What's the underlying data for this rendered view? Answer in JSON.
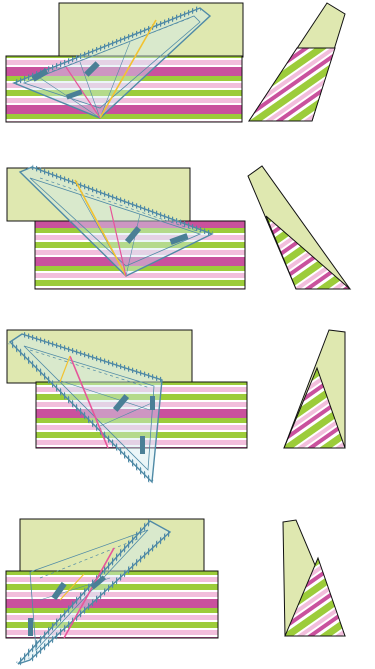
{
  "colors": {
    "background": "#ffffff",
    "light_green": "#dfe8b0",
    "lime": "#9ccc3a",
    "pink": "#f2bedc",
    "magenta": "#c9519d",
    "outline": "#111111",
    "ruler_blue": "#4f8aa6",
    "tool_blue": "#4a7f96",
    "yellow_guide": "#f2c230",
    "pink_guide": "#e6559a"
  },
  "icons": [
    "triangle-ruler-icon",
    "ruler-clip-icon"
  ],
  "steps": [
    {
      "guide": "yellow",
      "orientation": "A"
    },
    {
      "guide": "yellow",
      "orientation": "B"
    },
    {
      "guide": "pink",
      "orientation": "C"
    },
    {
      "guide": "pink",
      "orientation": "D"
    }
  ]
}
